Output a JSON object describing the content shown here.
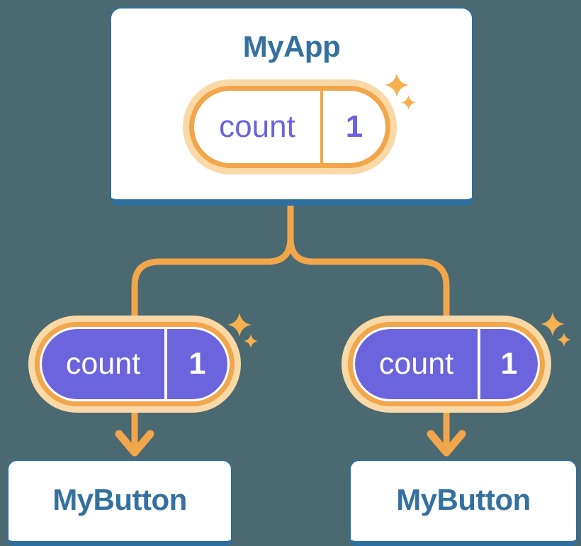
{
  "diagram": {
    "root_card": {
      "title": "MyApp",
      "state_pill": {
        "label": "count",
        "value": "1"
      }
    },
    "children": [
      {
        "card_title": "MyButton",
        "prop_pill": {
          "label": "count",
          "value": "1"
        }
      },
      {
        "card_title": "MyButton",
        "prop_pill": {
          "label": "count",
          "value": "1"
        }
      }
    ],
    "colors": {
      "background": "#4A6971",
      "card_fill": "#FFFFFF",
      "card_border_blue": "#2E6F9F",
      "title_text_blue": "#35719F",
      "connector_orange": "#F2A64C",
      "pill_glow_orange": "#FAD9A6",
      "pill_fill_purple": "#6C64DC",
      "state_text_purple": "#6B63DF"
    },
    "icons": {
      "sparkle": "sparkle-icon",
      "arrow": "arrow-down-icon"
    }
  }
}
